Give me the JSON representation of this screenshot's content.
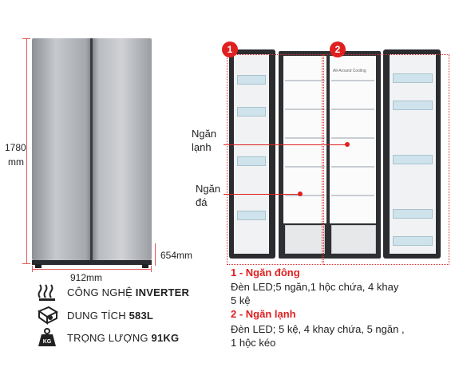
{
  "dimensions": {
    "height_value": "1780",
    "height_unit": "mm",
    "width": "912mm",
    "depth": "654mm"
  },
  "specs": [
    {
      "icon": "inverter-icon",
      "prefix": "CÔNG NGHỆ ",
      "value": "INVERTER"
    },
    {
      "icon": "capacity-icon",
      "prefix": "DUNG TÍCH ",
      "value": "583L"
    },
    {
      "icon": "weight-icon",
      "prefix": "TRỌNG LƯỢNG ",
      "value": "91KG",
      "icon_text": "KG"
    }
  ],
  "callouts": {
    "fridge_label": "Ngăn\nlạnh",
    "freezer_label": "Ngăn\nđá"
  },
  "badges": [
    "1",
    "2"
  ],
  "interior_tag": "All-Around Cooling",
  "zones": [
    {
      "title": "1 - Ngăn đông",
      "line1": "Đèn LED;5 ngăn,1 hộc chứa, 4 khay",
      "line2": "5 kệ"
    },
    {
      "title": "2 - Ngăn lạnh",
      "line1": "Đèn LED; 5 kệ, 4 khay chứa, 5 ngăn ,",
      "line2": "1 hộc kéo"
    }
  ],
  "colors": {
    "accent": "#e02020",
    "dimension_line": "#e05a5a"
  }
}
